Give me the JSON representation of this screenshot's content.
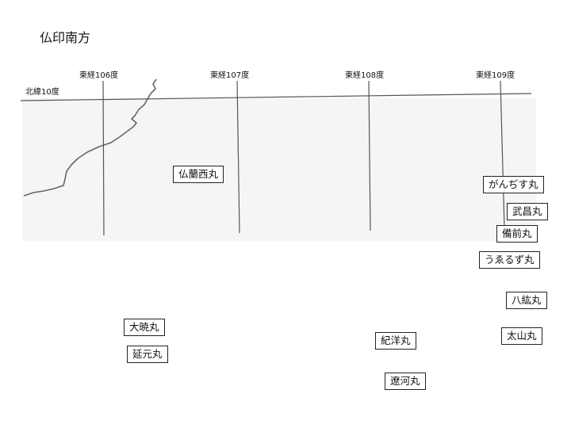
{
  "title": "仏印南方",
  "grid": {
    "latitude_label": "北緯10度",
    "longitude_labels": [
      "東経106度",
      "東経107度",
      "東経108度",
      "東経109度"
    ]
  },
  "ships": {
    "futsuransei": "仏蘭西丸",
    "gangesu": "がんぢす丸",
    "busho": "武昌丸",
    "bizen": "備前丸",
    "uerusu": "うゑるず丸",
    "hakko": "八紘丸",
    "taizan": "太山丸",
    "taigyo": "大暁丸",
    "engen": "延元丸",
    "kiyo": "紀洋丸",
    "ryoga": "遼河丸"
  },
  "colors": {
    "line": "#555555",
    "shaded_band": "#f4f4f4"
  }
}
